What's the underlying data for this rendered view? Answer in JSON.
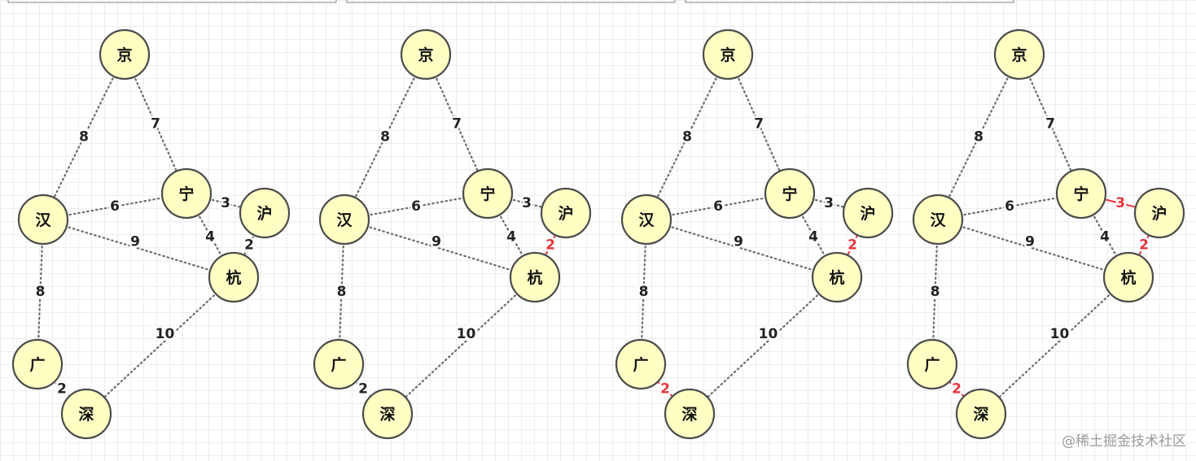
{
  "nodes": [
    {
      "id": "jing",
      "label": "京"
    },
    {
      "id": "han",
      "label": "汉"
    },
    {
      "id": "ning",
      "label": "宁"
    },
    {
      "id": "hu",
      "label": "沪"
    },
    {
      "id": "hang",
      "label": "杭"
    },
    {
      "id": "guang",
      "label": "广"
    },
    {
      "id": "shen",
      "label": "深"
    }
  ],
  "edges": [
    {
      "from": "jing",
      "to": "han",
      "weight": "8"
    },
    {
      "from": "jing",
      "to": "ning",
      "weight": "7"
    },
    {
      "from": "han",
      "to": "ning",
      "weight": "6"
    },
    {
      "from": "ning",
      "to": "hu",
      "weight": "3"
    },
    {
      "from": "ning",
      "to": "hang",
      "weight": "4"
    },
    {
      "from": "hu",
      "to": "hang",
      "weight": "2"
    },
    {
      "from": "han",
      "to": "hang",
      "weight": "9"
    },
    {
      "from": "han",
      "to": "guang",
      "weight": "8"
    },
    {
      "from": "hang",
      "to": "shen",
      "weight": "10"
    },
    {
      "from": "guang",
      "to": "shen",
      "weight": "2"
    }
  ],
  "highlight_color": "#e8343b",
  "panels": [
    {
      "highlighted_edges": []
    },
    {
      "highlighted_edges": [
        "hu-hang"
      ]
    },
    {
      "highlighted_edges": [
        "hu-hang",
        "guang-shen"
      ]
    },
    {
      "highlighted_edges": [
        "hu-hang",
        "guang-shen",
        "ning-hu"
      ]
    }
  ],
  "watermark": "@稀土掘金技术社区"
}
